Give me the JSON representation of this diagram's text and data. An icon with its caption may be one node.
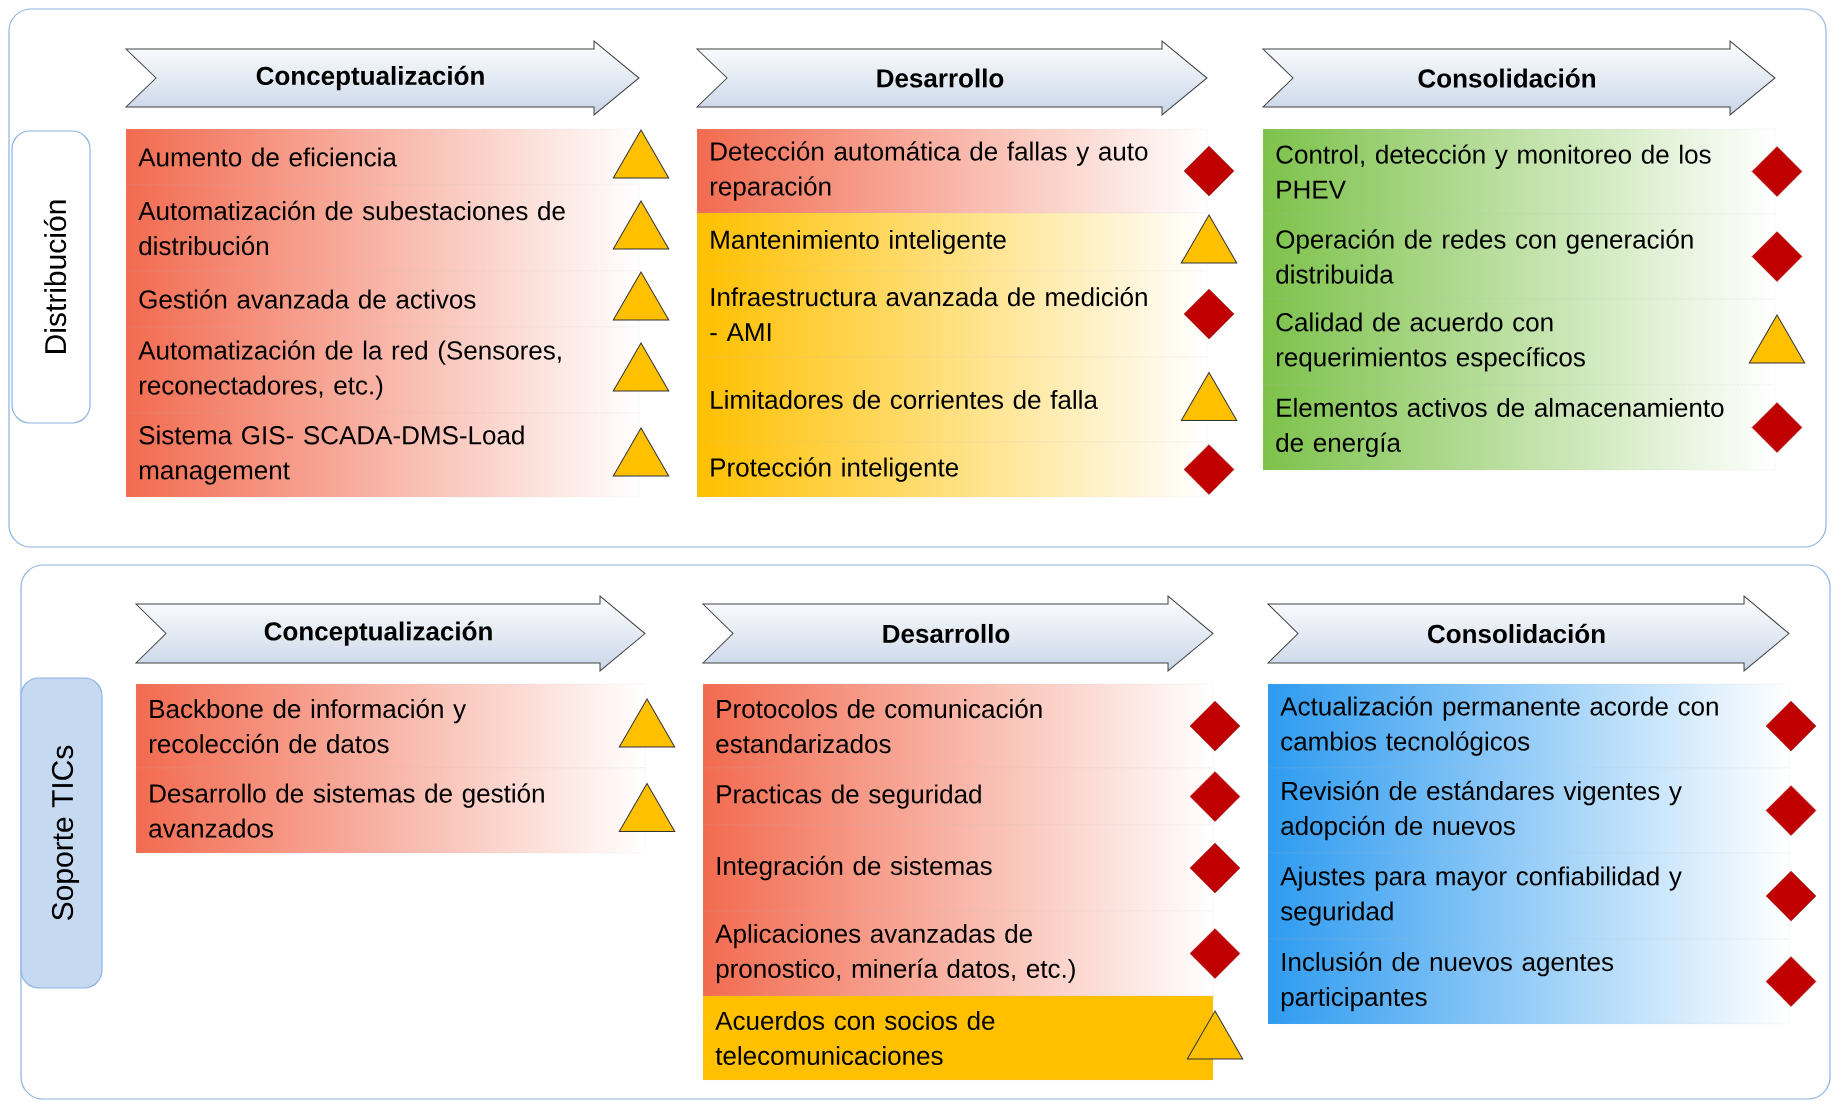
{
  "diagram": {
    "nodes": [
      {
        "text": [
          "Distribución"
        ]
      },
      {
        "text": [
          "Conceptualización"
        ],
        "in": 0
      },
      {
        "text": [
          "Desarrollo"
        ],
        "in": 0
      },
      {
        "text": [
          "Consolidación"
        ],
        "in": 0
      },
      {
        "text": [
          "Aumento de eficiencia"
        ],
        "in": 0
      },
      {
        "text": [],
        "shape": "triangle",
        "in": 0
      },
      {
        "text": [
          "Automatización de subestaciones de distribución"
        ],
        "in": 0
      },
      {
        "text": [],
        "shape": "triangle",
        "in": 0
      },
      {
        "text": [
          "Gestión avanzada de activos"
        ],
        "in": 0
      },
      {
        "text": [],
        "shape": "triangle",
        "in": 0
      },
      {
        "text": [
          "Automatización de la red (Sensores, reconectadores, etc.)"
        ],
        "in": 0
      },
      {
        "text": [],
        "shape": "triangle",
        "in": 0
      },
      {
        "text": [
          "Sistema GIS- SCADA-DMS-Load management"
        ],
        "in": 0
      },
      {
        "text": [],
        "shape": "triangle",
        "in": 0
      },
      {
        "text": [
          "Detección automática de fallas y auto reparación"
        ],
        "in": 0
      },
      {
        "text": [],
        "shape": "diamond",
        "in": 0
      },
      {
        "text": [
          "Mantenimiento inteligente"
        ],
        "in": 0
      },
      {
        "text": [],
        "shape": "triangle",
        "in": 0
      },
      {
        "text": [
          "Infraestructura avanzada de medición - AMI"
        ],
        "in": 0
      },
      {
        "text": [],
        "shape": "diamond",
        "in": 0
      },
      {
        "text": [
          "Limitadores de corrientes de falla"
        ],
        "in": 0
      },
      {
        "text": [],
        "shape": "triangle",
        "in": 0
      },
      {
        "text": [
          "Protección inteligente"
        ],
        "in": 0
      },
      {
        "text": [],
        "shape": "diamond",
        "in": 0
      },
      {
        "text": [
          "Control, detección y monitoreo de los PHEV"
        ],
        "in": 0
      },
      {
        "text": [],
        "shape": "diamond",
        "in": 0
      },
      {
        "text": [
          "Operación de redes con generación distribuida"
        ],
        "in": 0
      },
      {
        "text": [],
        "shape": "diamond",
        "in": 0
      },
      {
        "text": [
          "Calidad de acuerdo con requerimientos específicos"
        ],
        "in": 0
      },
      {
        "text": [],
        "shape": "triangle",
        "in": 0
      },
      {
        "text": [
          "Elementos activos de almacenamiento de energía"
        ],
        "in": 0
      },
      {
        "text": [],
        "shape": "diamond",
        "in": 0
      },
      {
        "text": [
          "Soporte TICs"
        ]
      },
      {
        "text": [
          "Conceptualización"
        ],
        "in": 32
      },
      {
        "text": [
          "Desarrollo"
        ],
        "in": 32
      },
      {
        "text": [
          "Consolidación"
        ],
        "in": 32
      },
      {
        "text": [
          "Backbone de información y recolección de datos"
        ],
        "in": 32
      },
      {
        "text": [],
        "shape": "triangle",
        "in": 32
      },
      {
        "text": [
          "Desarrollo de sistemas de gestión avanzados"
        ],
        "in": 32
      },
      {
        "text": [],
        "shape": "triangle",
        "in": 32
      },
      {
        "text": [
          "Protocolos de comunicación estandarizados"
        ],
        "in": 32
      },
      {
        "text": [],
        "shape": "diamond",
        "in": 32
      },
      {
        "text": [
          "Practicas de seguridad"
        ],
        "in": 32
      },
      {
        "text": [],
        "shape": "diamond",
        "in": 32
      },
      {
        "text": [
          "Integración de sistemas"
        ],
        "in": 32
      },
      {
        "text": [],
        "shape": "diamond",
        "in": 32
      },
      {
        "text": [
          "Aplicaciones avanzadas de pronostico, minería datos, etc.)"
        ],
        "in": 32
      },
      {
        "text": [],
        "shape": "diamond",
        "in": 32
      },
      {
        "text": [
          "Acuerdos con socios de telecomunicaciones"
        ],
        "in": 32
      },
      {
        "text": [],
        "shape": "triangle",
        "in": 32
      },
      {
        "text": [
          "Actualización permanente acorde con cambios tecnológicos"
        ],
        "in": 32
      },
      {
        "text": [],
        "shape": "diamond",
        "in": 32
      },
      {
        "text": [
          "Revisión de estándares vigentes y adopción de nuevos"
        ],
        "in": 32
      },
      {
        "text": [],
        "shape": "diamond",
        "in": 32
      },
      {
        "text": [
          "Ajustes para mayor confiabilidad y seguridad"
        ],
        "in": 32
      },
      {
        "text": [],
        "shape": "diamond",
        "in": 32
      },
      {
        "text": [
          "Inclusión de nuevos agentes participantes"
        ],
        "in": 32
      },
      {
        "text": [],
        "shape": "diamond",
        "in": 32
      }
    ]
  }
}
